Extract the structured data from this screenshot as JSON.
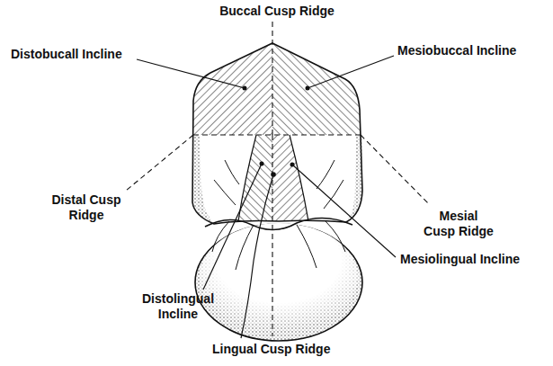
{
  "diagram": {
    "labels": [
      "Buccal Cusp Ridge",
      "Distobucall Incline",
      "Mesiobuccal Incline",
      "Distal Cusp Ridge",
      "Mesial Cusp Ridge",
      "Distolingual Incline",
      "Mesiolingual Incline",
      "Lingual Cusp Ridge"
    ]
  }
}
